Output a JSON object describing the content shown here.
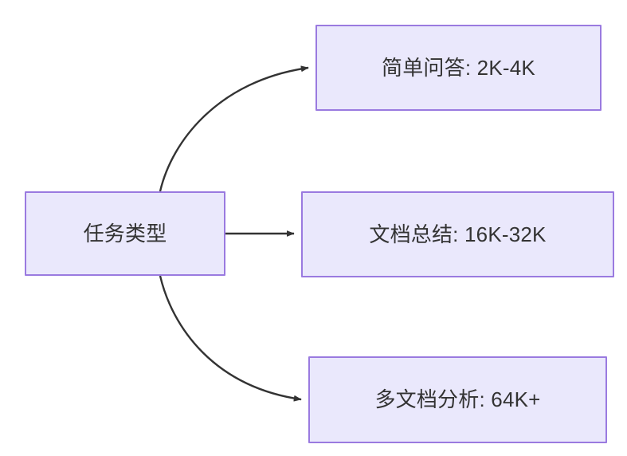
{
  "diagram": {
    "type": "flowchart",
    "direction": "left-to-right",
    "background_color": "#ffffff",
    "node_fill_color": "#eae8fc",
    "node_border_color": "#9a7ae0",
    "node_text_color": "#333333",
    "edge_color": "#333333",
    "nodes": [
      {
        "id": "root",
        "label": "任务类型"
      },
      {
        "id": "simple-qa",
        "label": "简单问答: 2K-4K"
      },
      {
        "id": "doc-sum",
        "label": "文档总结: 16K-32K"
      },
      {
        "id": "multi-doc",
        "label": "多文档分析: 64K+"
      }
    ],
    "edges": [
      {
        "from": "root",
        "to": "simple-qa",
        "label": "",
        "style": "curved-arrow"
      },
      {
        "from": "root",
        "to": "doc-sum",
        "label": "",
        "style": "straight-arrow"
      },
      {
        "from": "root",
        "to": "multi-doc",
        "label": "",
        "style": "curved-arrow"
      }
    ]
  }
}
